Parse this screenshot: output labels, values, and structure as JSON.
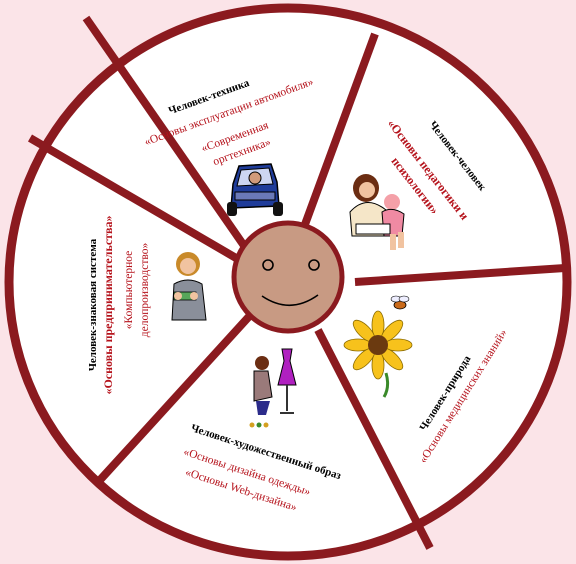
{
  "colors": {
    "background": "#fbe4e8",
    "wheel_fill": "#ffffff",
    "rim": "#8b1a1f",
    "face": "#c89a83",
    "accent_text": "#b5121b"
  },
  "segments": [
    {
      "title": "Человек-техника",
      "courses": [
        "«Основы эксплуатации автомобиля»",
        "«Современная",
        "оргтехника»"
      ],
      "icon": "truck-driver-icon"
    },
    {
      "title": "Человек-человек",
      "courses": [
        "«Основы педагогики и",
        "психологии»"
      ],
      "icon": "mother-reading-child-icon"
    },
    {
      "title": "Человек-природа",
      "courses": [
        "«Основы медицинских знаний»"
      ],
      "icon": "flower-bee-icon"
    },
    {
      "title": "Человек-художественный образ",
      "courses": [
        "«Основы дизайна одежды»",
        "«Основы Web-дизайна»"
      ],
      "icon": "dressmaker-mannequin-icon"
    },
    {
      "title": "Человек-знаковая система",
      "courses": [
        "«Основы предпринимательства»",
        "«Компьютерное",
        "делопроизводство»"
      ],
      "icon": "businesswoman-money-icon"
    }
  ],
  "center": {
    "icon": "smiley-face-icon"
  }
}
